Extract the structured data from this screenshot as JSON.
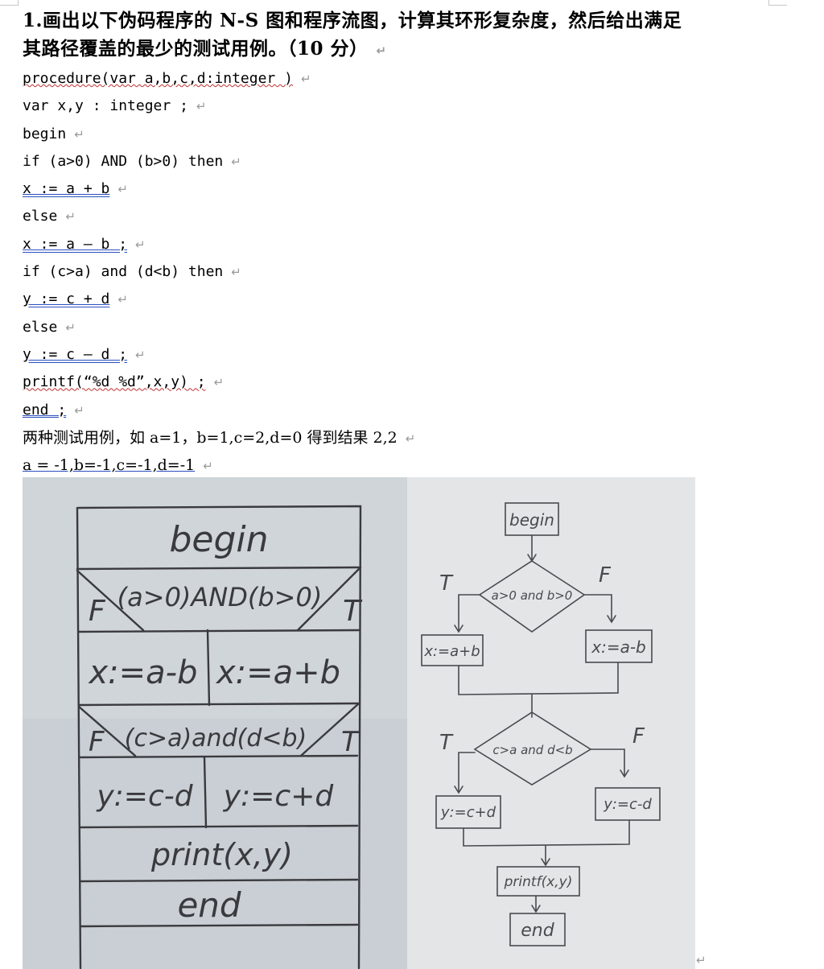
{
  "heading": {
    "line1": "1.画出以下伪码程序的 N-S 图和程序流图，计算其环形复杂度，然后给出满足",
    "line2": "其路径覆盖的最少的测试用例。（10 分）"
  },
  "code": [
    "procedure(var a,b,c,d:integer )",
    "var x,y : integer ;",
    "begin",
    "if (a>0) AND (b>0) then",
    "x := a + b",
    "else",
    "x := a – b ;",
    "if (c>a) and (d<b) then",
    "y := c + d",
    "else",
    "y := c – d ;",
    "printf(“%d %d”,x,y) ;",
    "end ;"
  ],
  "test_cases": {
    "line1": "两种测试用例，如 a=1，b=1,c=2,d=0 得到结果 2,2",
    "line2": "a = -1,b=-1,c=-1,d=-1"
  },
  "return_mark": "↵",
  "ns_diagram": {
    "begin": "begin",
    "cond1": "(a>0)AND(b>0)",
    "f": "F",
    "t": "T",
    "else1": "x:=a-b",
    "then1": "x:=a+b",
    "cond2": "(c>a)and(d<b)",
    "else2": "y:=c-d",
    "then2": "y:=c+d",
    "print": "print(x,y)",
    "end": "end"
  },
  "flowchart": {
    "begin": "begin",
    "cond1": "a>0 and b>0",
    "t": "T",
    "f": "F",
    "then1": "x:=a+b",
    "else1": "x:=a-b",
    "cond2": "c>a and d<b",
    "then2": "y:=c+d",
    "else2": "y:=c-d",
    "print": "printf(x,y)",
    "end": "end"
  },
  "colors": {
    "underline_blue": "#2a4fbf",
    "squiggle_red": "#c03030",
    "paper_left": "#c9cfd4",
    "paper_right": "#e4e5e7",
    "pencil": "#3a3a3e"
  }
}
